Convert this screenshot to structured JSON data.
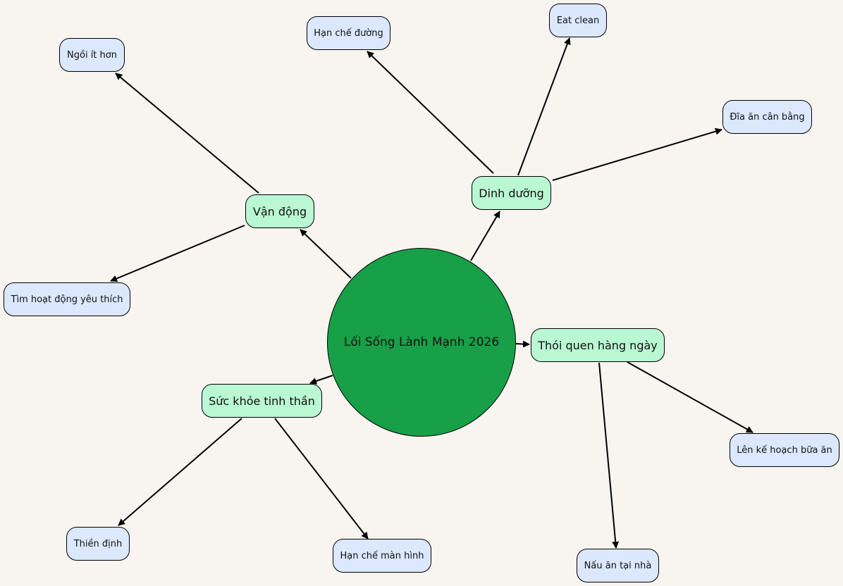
{
  "mindmap": {
    "center": {
      "label": "Lối Sống Lành Mạnh 2026"
    },
    "branches": [
      {
        "label": "Vận động",
        "children": [
          "Ngồi ít hơn",
          "Tìm hoạt động yêu thích"
        ]
      },
      {
        "label": "Dinh dưỡng",
        "children": [
          "Hạn chế đường",
          "Eat clean",
          "Đĩa ăn cân bằng"
        ]
      },
      {
        "label": "Sức khỏe tinh thần",
        "children": [
          "Thiền định",
          "Hạn chế màn hình"
        ]
      },
      {
        "label": "Thói quen hàng ngày",
        "children": [
          "Lên kế hoạch bữa ăn",
          "Nấu ăn tại nhà"
        ]
      }
    ]
  },
  "colors": {
    "background": "#f8f5f1",
    "center_fill": "#18a048",
    "branch_fill": "#baf7d3",
    "leaf_fill": "#dbe8fd",
    "edge": "#000000"
  }
}
